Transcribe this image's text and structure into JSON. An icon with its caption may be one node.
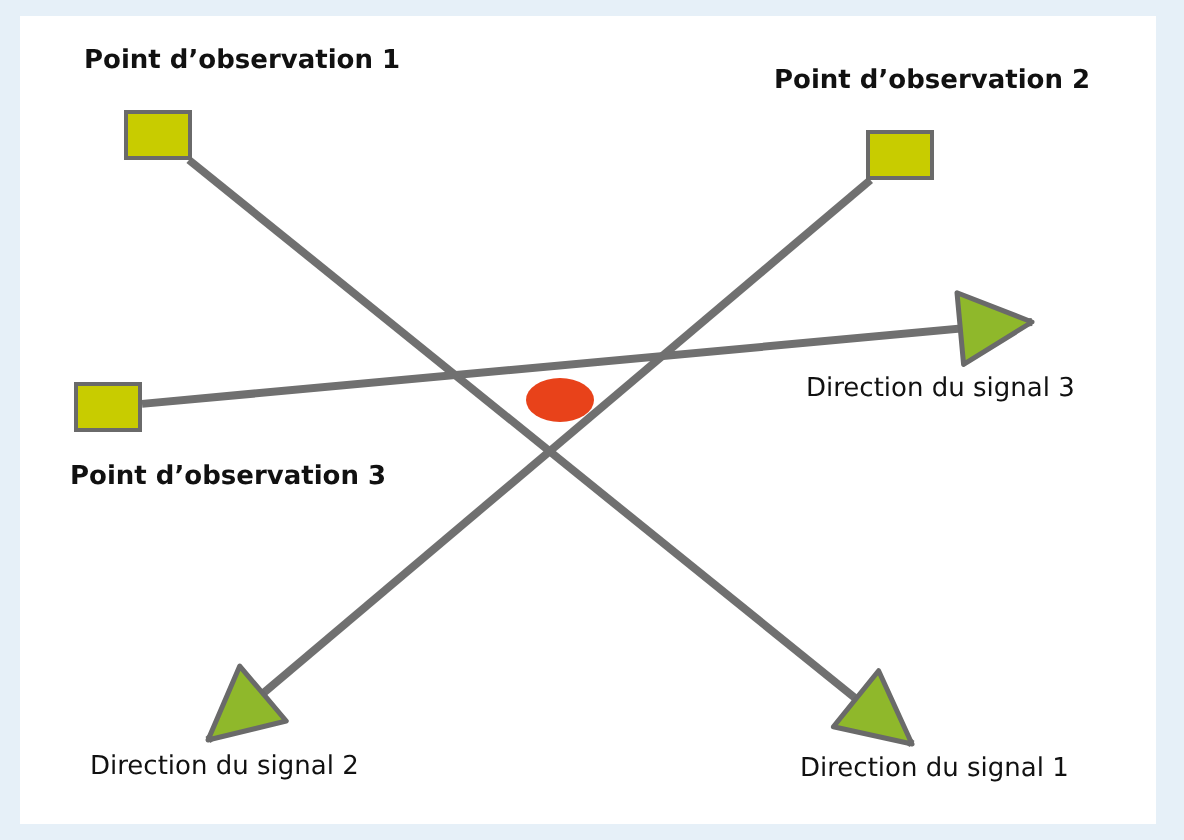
{
  "diagram": {
    "nodes": [
      {
        "text": [
          "Point d’observation 1"
        ]
      },
      {
        "text": [
          "Point d’observation 2"
        ]
      },
      {
        "text": [
          "Point d’observation 3"
        ]
      },
      {
        "text": [
          "Direction du signal 1"
        ]
      },
      {
        "text": [
          "Direction du signal 2"
        ]
      },
      {
        "text": [
          "Direction du signal 3"
        ]
      }
    ],
    "edges": [
      {
        "from": 0,
        "to": 3,
        "arrow": "to"
      },
      {
        "from": 1,
        "to": 4,
        "arrow": "to"
      },
      {
        "from": 2,
        "to": 5,
        "arrow": "to"
      }
    ]
  }
}
